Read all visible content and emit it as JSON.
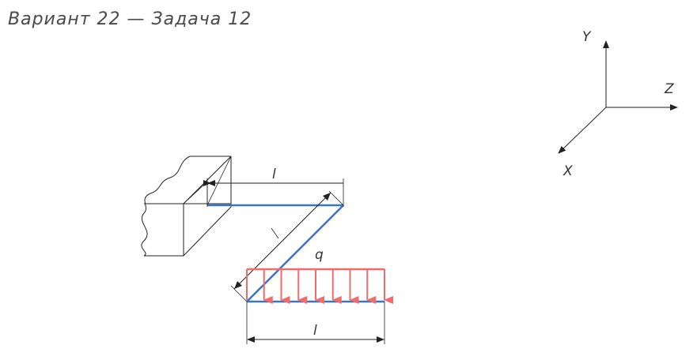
{
  "title": "Вариант 22 — Задача 12",
  "axes": {
    "y": "Y",
    "z": "Z",
    "x": "X"
  },
  "dims": {
    "top_length": "l",
    "diag_length": "l",
    "bottom_length": "l"
  },
  "load": {
    "label": "q"
  },
  "colors": {
    "beam": "#3a74c4",
    "load": "#f26b6b",
    "line": "#222222"
  }
}
